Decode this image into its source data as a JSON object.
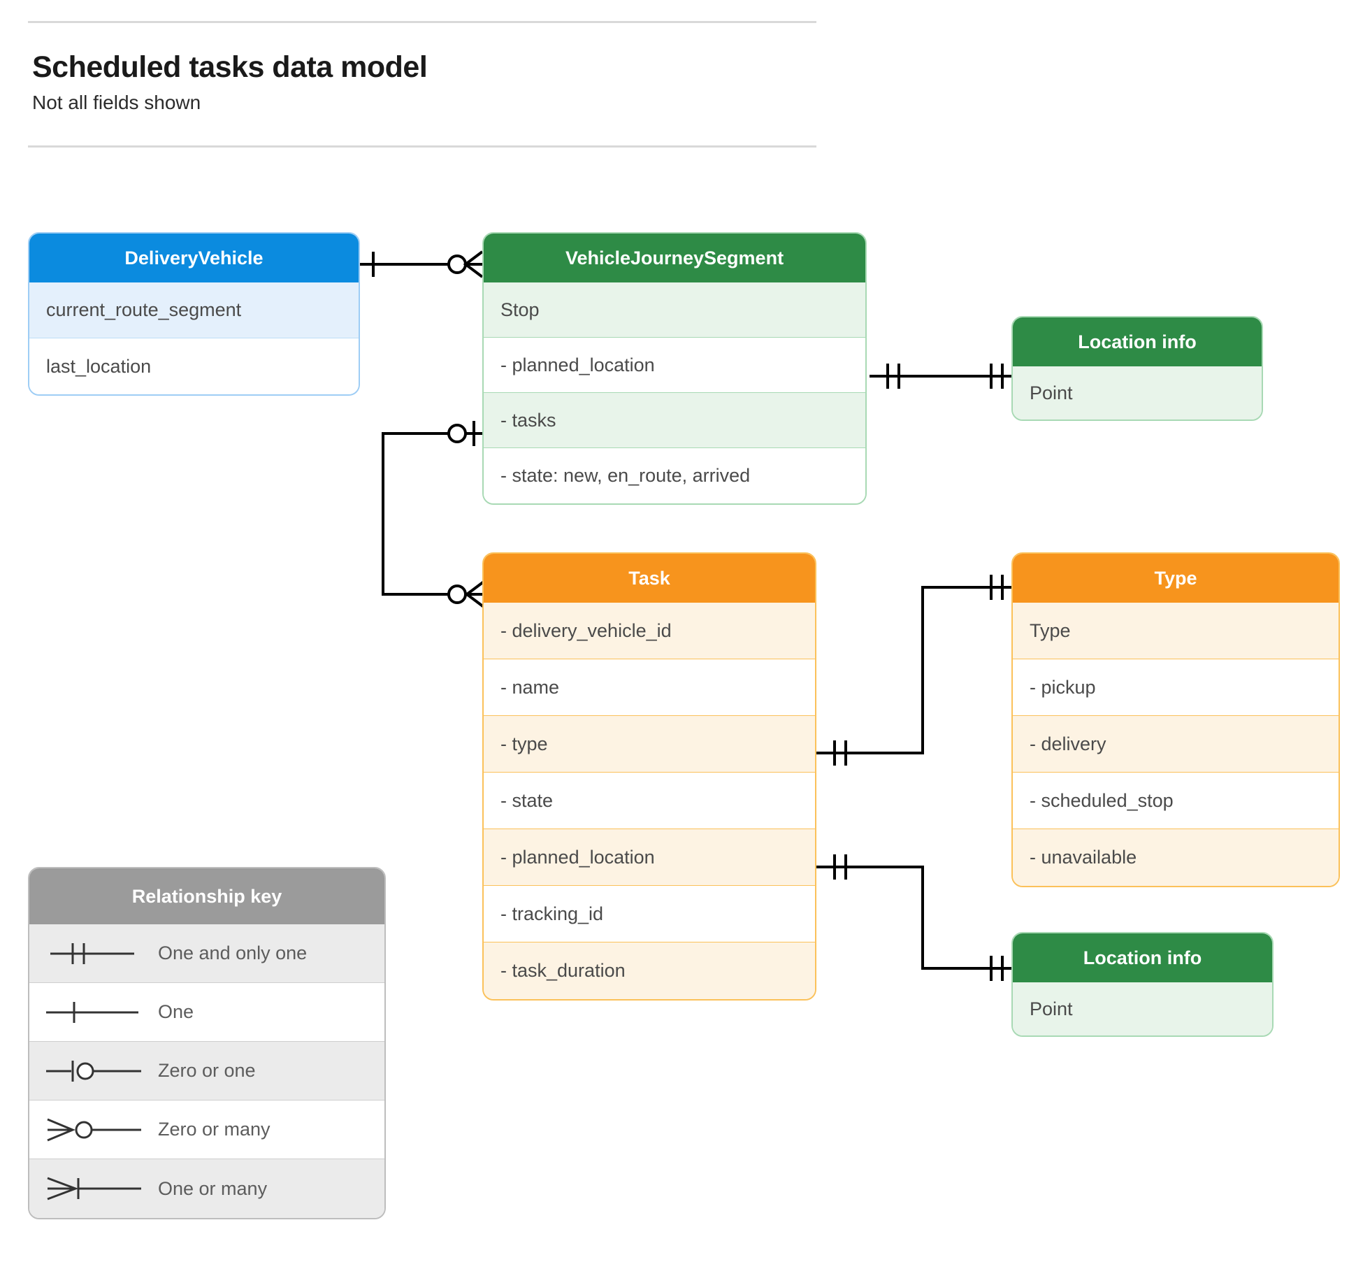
{
  "header": {
    "title": "Scheduled tasks data model",
    "subtitle": "Not all fields shown"
  },
  "entities": {
    "delivery_vehicle": {
      "title": "DeliveryVehicle",
      "rows": [
        "current_route_segment",
        "last_location"
      ]
    },
    "vehicle_journey_segment": {
      "title": "VehicleJourneySegment",
      "rows": [
        "Stop",
        "-  planned_location",
        "- tasks",
        "- state: new, en_route, arrived"
      ]
    },
    "location_info_top": {
      "title": "Location info",
      "rows": [
        "Point"
      ]
    },
    "task": {
      "title": "Task",
      "rows": [
        "- delivery_vehicle_id",
        "- name",
        "- type",
        "- state",
        "- planned_location",
        "- tracking_id",
        "- task_duration"
      ]
    },
    "type": {
      "title": "Type",
      "rows": [
        "Type",
        "-  pickup",
        "-  delivery",
        "-  scheduled_stop",
        "-  unavailable"
      ]
    },
    "location_info_bottom": {
      "title": "Location info",
      "rows": [
        "Point"
      ]
    }
  },
  "legend": {
    "title": "Relationship key",
    "items": [
      {
        "symbol": "one-and-only-one",
        "label": "One and only one"
      },
      {
        "symbol": "one",
        "label": "One"
      },
      {
        "symbol": "zero-or-one",
        "label": "Zero or one"
      },
      {
        "symbol": "zero-or-many",
        "label": "Zero or many"
      },
      {
        "symbol": "one-or-many",
        "label": "One or many"
      }
    ]
  },
  "colors": {
    "blue_header": "#0b8bdf",
    "blue_row": "#e4f0fc",
    "blue_border": "#9ecdf5",
    "green_header": "#2e8b46",
    "green_row": "#e8f4ea",
    "green_border": "#a8d9b4",
    "orange_header": "#f7941d",
    "orange_row": "#fdf3e3",
    "orange_border": "#fbc15a",
    "gray_header": "#9b9b9b",
    "gray_row": "#ebebeb",
    "connector": "#000000"
  },
  "relationships": [
    {
      "from": "DeliveryVehicle",
      "from_card": "one",
      "to": "VehicleJourneySegment",
      "to_card": "zero-or-many"
    },
    {
      "from": "VehicleJourneySegment.tasks",
      "from_card": "zero-or-one",
      "to": "Task",
      "to_card": "zero-or-many"
    },
    {
      "from": "VehicleJourneySegment.planned_location",
      "from_card": "one-and-only-one",
      "to": "Location info",
      "to_card": "one-and-only-one"
    },
    {
      "from": "Task.type",
      "from_card": "one-and-only-one",
      "to": "Type",
      "to_card": "one-and-only-one"
    },
    {
      "from": "Task.planned_location",
      "from_card": "one-and-only-one",
      "to": "Location info",
      "to_card": "one-and-only-one"
    }
  ]
}
